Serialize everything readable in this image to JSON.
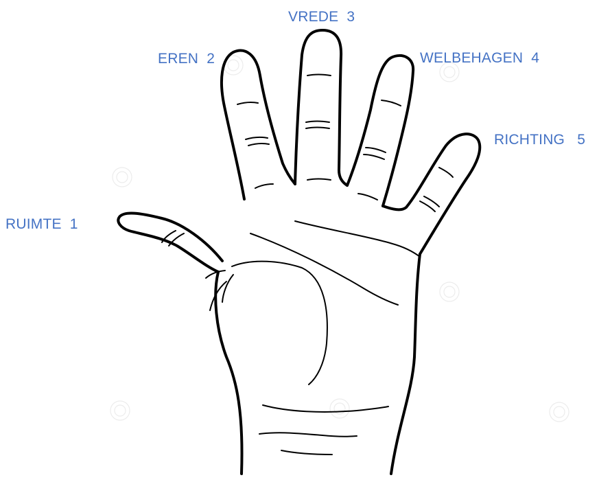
{
  "labels": {
    "thumb": "RUIMTE  1",
    "index": "EREN  2",
    "middle": "VREDE  3",
    "ring": "WELBEHAGEN  4",
    "pinky": "RICHTING   5"
  },
  "colors": {
    "label": "#4472c4",
    "outline": "#000000",
    "background": "#ffffff"
  },
  "image": {
    "subject": "hand-outline",
    "watermark": "spiral-watermark"
  }
}
